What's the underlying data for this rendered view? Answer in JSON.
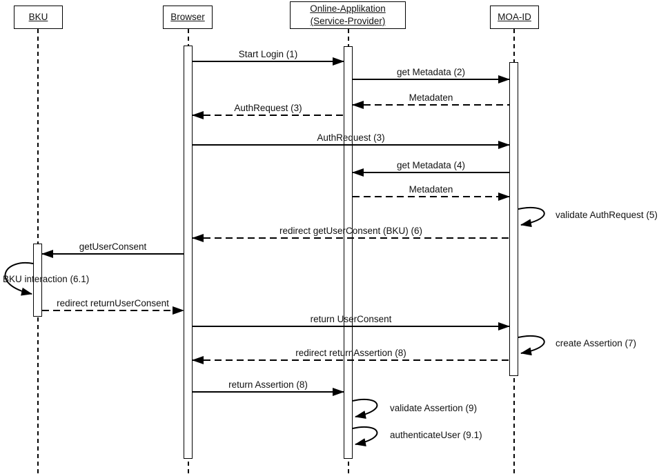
{
  "diagram": {
    "type": "uml-sequence",
    "colors": {
      "line": "#000000",
      "background": "#ffffff",
      "text": "#111111"
    },
    "actors": [
      {
        "id": "bku",
        "label": "BKU"
      },
      {
        "id": "browser",
        "label": "Browser"
      },
      {
        "id": "online-app",
        "label": "Online-Applikation (Service-Provider)"
      },
      {
        "id": "moa-id",
        "label": "MOA-ID"
      }
    ],
    "messages": [
      {
        "seq": 1,
        "label": "Start Login (1)",
        "from": "browser",
        "to": "online-app",
        "line": "solid"
      },
      {
        "seq": 2,
        "label": "get Metadata (2)",
        "from": "online-app",
        "to": "moa-id",
        "line": "solid"
      },
      {
        "seq": 3,
        "label": "Metadaten",
        "from": "moa-id",
        "to": "online-app",
        "line": "dashed"
      },
      {
        "seq": 4,
        "label": "AuthRequest (3)",
        "from": "online-app",
        "to": "browser",
        "line": "dashed"
      },
      {
        "seq": 5,
        "label": "AuthRequest (3)",
        "from": "browser",
        "to": "moa-id",
        "line": "solid"
      },
      {
        "seq": 6,
        "label": "get Metadata (4)",
        "from": "moa-id",
        "to": "online-app",
        "line": "solid"
      },
      {
        "seq": 7,
        "label": "Metadaten",
        "from": "online-app",
        "to": "moa-id",
        "line": "dashed"
      },
      {
        "seq": 8,
        "label": "validate AuthRequest (5)",
        "from": "moa-id",
        "to": "moa-id",
        "line": "self"
      },
      {
        "seq": 9,
        "label": "redirect getUserConsent (BKU) (6)",
        "from": "moa-id",
        "to": "browser",
        "line": "dashed"
      },
      {
        "seq": 10,
        "label": "getUserConsent",
        "from": "browser",
        "to": "bku",
        "line": "solid"
      },
      {
        "seq": 11,
        "label": "BKU interaction (6.1)",
        "from": "bku",
        "to": "bku",
        "line": "self"
      },
      {
        "seq": 12,
        "label": "redirect returnUserConsent",
        "from": "bku",
        "to": "browser",
        "line": "dashed"
      },
      {
        "seq": 13,
        "label": "return UserConsent",
        "from": "browser",
        "to": "moa-id",
        "line": "solid"
      },
      {
        "seq": 14,
        "label": "create Assertion (7)",
        "from": "moa-id",
        "to": "moa-id",
        "line": "self"
      },
      {
        "seq": 15,
        "label": "redirect returnAssertion (8)",
        "from": "moa-id",
        "to": "browser",
        "line": "dashed"
      },
      {
        "seq": 16,
        "label": "return Assertion (8)",
        "from": "browser",
        "to": "online-app",
        "line": "solid"
      },
      {
        "seq": 17,
        "label": "validate Assertion (9)",
        "from": "online-app",
        "to": "online-app",
        "line": "self"
      },
      {
        "seq": 18,
        "label": "authenticateUser (9.1)",
        "from": "online-app",
        "to": "online-app",
        "line": "self"
      }
    ]
  }
}
